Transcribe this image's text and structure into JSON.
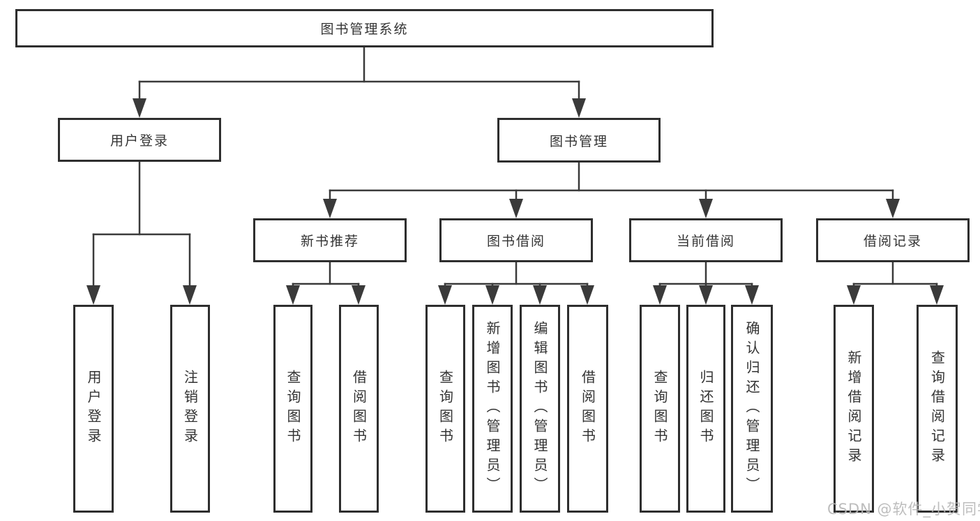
{
  "diagram": {
    "title": "图书管理系统",
    "level2": [
      {
        "label": "用户登录"
      },
      {
        "label": "图书管理"
      }
    ],
    "level3": [
      {
        "label": "新书推荐",
        "parent": "图书管理"
      },
      {
        "label": "图书借阅",
        "parent": "图书管理"
      },
      {
        "label": "当前借阅",
        "parent": "图书管理"
      },
      {
        "label": "借阅记录",
        "parent": "图书管理"
      }
    ],
    "leaves": [
      {
        "label": "用户登录",
        "parent": "用户登录"
      },
      {
        "label": "注销登录",
        "parent": "用户登录"
      },
      {
        "label": "查询图书",
        "parent": "新书推荐"
      },
      {
        "label": "借阅图书",
        "parent": "新书推荐"
      },
      {
        "label": "查询图书",
        "parent": "图书借阅"
      },
      {
        "label": "新增图书（管理员）",
        "parent": "图书借阅"
      },
      {
        "label": "编辑图书（管理员）",
        "parent": "图书借阅"
      },
      {
        "label": "借阅图书",
        "parent": "图书借阅"
      },
      {
        "label": "查询图书",
        "parent": "当前借阅"
      },
      {
        "label": "归还图书",
        "parent": "当前借阅"
      },
      {
        "label": "确认归还（管理员）",
        "parent": "当前借阅"
      },
      {
        "label": "新增借阅记录",
        "parent": "借阅记录"
      },
      {
        "label": "查询借阅记录",
        "parent": "借阅记录"
      }
    ]
  },
  "watermark": "CSDN @软件_小贺同学",
  "colors": {
    "line": "#3a3a3a",
    "border": "#2e2e2e",
    "text": "#333333",
    "watermark": "#b7b7b7",
    "background": "#ffffff"
  }
}
